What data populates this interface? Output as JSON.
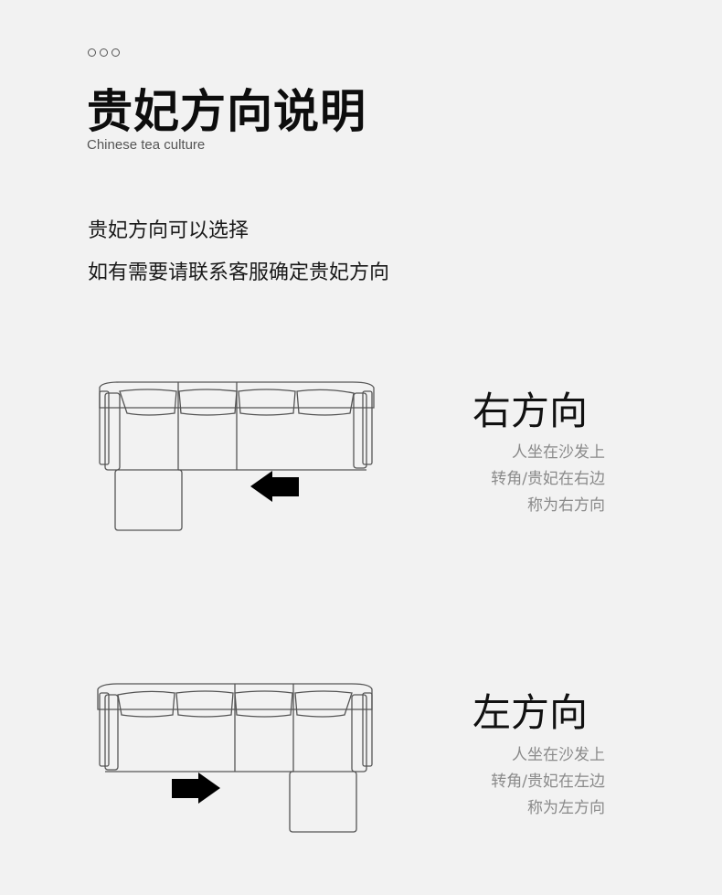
{
  "header": {
    "title": "贵妃方向说明",
    "subtitle": "Chinese tea culture"
  },
  "intro": {
    "line1": "贵妃方向可以选择",
    "line2": "如有需要请联系客服确定贵妃方向"
  },
  "sections": [
    {
      "title": "右方向",
      "lines": [
        "人坐在沙发上",
        "转角/贵妃在右边",
        "称为右方向"
      ],
      "arrow": "arrow-left-icon"
    },
    {
      "title": "左方向",
      "lines": [
        "人坐在沙发上",
        "转角/贵妃在左边",
        "称为左方向"
      ],
      "arrow": "arrow-right-icon"
    }
  ]
}
